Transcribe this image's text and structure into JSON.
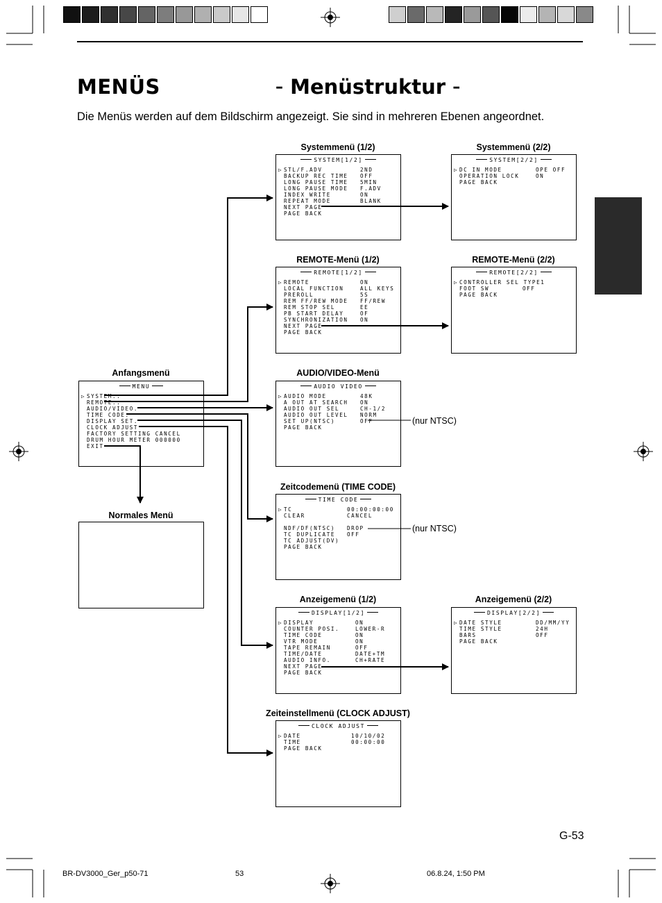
{
  "colors": {
    "swatches_left": [
      "#111111",
      "#1d1d1d",
      "#303030",
      "#474747",
      "#646464",
      "#7d7d7d",
      "#989898",
      "#b0b0b0",
      "#cacaca",
      "#e6e6e6",
      "#ffffff"
    ],
    "swatches_right": [
      "#cfcfcf",
      "#6a6a6a",
      "#b9b9b9",
      "#242424",
      "#9a9a9a",
      "#555555",
      "#050505",
      "#ececec",
      "#b4b4b4",
      "#d8d8d8",
      "#898989"
    ],
    "tab": "#2a2a2a"
  },
  "header": {
    "title": "MENÜS",
    "subtitle": "Menüstruktur",
    "subtitle_dash": "–",
    "intro": "Die Menüs werden auf dem Bildschirm angezeigt. Sie sind in mehreren Ebenen angeordnet."
  },
  "boxes": [
    {
      "id": "system1",
      "label": "Systemmenü (1/2)",
      "head": "SYSTEM[1/2]",
      "valcol": 116,
      "rows": [
        {
          "l": "STL/F.ADV",
          "v": "2ND",
          "c": true
        },
        {
          "l": "BACKUP REC TIME",
          "v": "OFF"
        },
        {
          "l": "LONG PAUSE TIME",
          "v": "5MIN"
        },
        {
          "l": "LONG PAUSE MODE",
          "v": "F.ADV"
        },
        {
          "l": "INDEX WRITE",
          "v": "ON"
        },
        {
          "l": "REPEAT MODE",
          "v": "BLANK"
        },
        {
          "l": "NEXT PAGE",
          "v": ""
        },
        {
          "l": "PAGE BACK",
          "v": ""
        }
      ]
    },
    {
      "id": "system2",
      "label": "Systemmenü (2/2)",
      "head": "SYSTEM[2/2]",
      "valcol": 116,
      "rows": [
        {
          "l": "DC IN MODE",
          "v": "OPE OFF",
          "c": true
        },
        {
          "l": "OPERATION LOCK",
          "v": "ON"
        },
        {
          "l": "PAGE BACK",
          "v": ""
        }
      ]
    },
    {
      "id": "remote1",
      "label": "REMOTE-Menü (1/2)",
      "head": "REMOTE[1/2]",
      "valcol": 116,
      "rows": [
        {
          "l": "REMOTE",
          "v": "ON",
          "c": true
        },
        {
          "l": "LOCAL FUNCTION",
          "v": "ALL KEYS"
        },
        {
          "l": "PREROLL",
          "v": "5S"
        },
        {
          "l": "REM FF/REW MODE",
          "v": "FF/REW"
        },
        {
          "l": "REM STOP SEL",
          "v": "EE"
        },
        {
          "l": "PB START DELAY",
          "v": "OF"
        },
        {
          "l": "SYNCHRONIZATION",
          "v": "ON"
        },
        {
          "l": "NEXT PAGE",
          "v": ""
        },
        {
          "l": "PAGE BACK",
          "v": ""
        }
      ]
    },
    {
      "id": "remote2",
      "label": "REMOTE-Menü (2/2)",
      "head": "REMOTE[2/2]",
      "valcol": 97,
      "rows": [
        {
          "l": "CONTROLLER SEL TYPE1",
          "v": "",
          "c": true
        },
        {
          "l": "FOOT SW",
          "v": "OFF"
        },
        {
          "l": "PAGE BACK",
          "v": ""
        }
      ]
    },
    {
      "id": "start",
      "label": "Anfangsmenü",
      "head": "MENU",
      "valcol": 116,
      "rows": [
        {
          "l": "SYSTEM..",
          "v": "",
          "c": true
        },
        {
          "l": "REMOTE..",
          "v": ""
        },
        {
          "l": "AUDIO/VIDEO.",
          "v": ""
        },
        {
          "l": "TIME CODE.",
          "v": ""
        },
        {
          "l": "DISPLAY SET.",
          "v": ""
        },
        {
          "l": "CLOCK ADJUST",
          "v": ""
        },
        {
          "l": "FACTORY SETTING CANCEL",
          "v": ""
        },
        {
          "l": "DRUM HOUR METER 000000",
          "v": ""
        },
        {
          "l": "EXIT",
          "v": ""
        }
      ]
    },
    {
      "id": "audio",
      "label": "AUDIO/VIDEO-Menü",
      "head": "AUDIO VIDEO",
      "valcol": 116,
      "rows": [
        {
          "l": "AUDIO MODE",
          "v": "48K",
          "c": true
        },
        {
          "l": "A OUT AT SEARCH",
          "v": "ON"
        },
        {
          "l": "AUDIO OUT SEL",
          "v": "CH-1/2"
        },
        {
          "l": "AUDIO OUT LEVEL",
          "v": "NORM"
        },
        {
          "l": "SET UP(NTSC)",
          "v": "OFF"
        },
        {
          "l": "PAGE BACK",
          "v": ""
        }
      ]
    },
    {
      "id": "normal",
      "label": "Normales Menü",
      "head": "",
      "valcol": 116,
      "rows": []
    },
    {
      "id": "timecode",
      "label": "Zeitcodemenü (TIME CODE)",
      "head": "TIME CODE",
      "valcol": 97,
      "rows": [
        {
          "l": "TC",
          "v": "00:00:00:00",
          "c": true
        },
        {
          "l": "CLEAR",
          "v": "CANCEL"
        },
        {
          "l": "",
          "v": ""
        },
        {
          "l": "NDF/DF(NTSC)",
          "v": "DROP"
        },
        {
          "l": "TC DUPLICATE",
          "v": "OFF"
        },
        {
          "l": "TC ADJUST(DV)",
          "v": ""
        },
        {
          "l": "PAGE BACK",
          "v": ""
        }
      ]
    },
    {
      "id": "display1",
      "label": "Anzeigemenü (1/2)",
      "head": "DISPLAY[1/2]",
      "valcol": 109,
      "rows": [
        {
          "l": "DISPLAY",
          "v": "ON",
          "c": true
        },
        {
          "l": "COUNTER POSI.",
          "v": "LOWER-R"
        },
        {
          "l": "TIME CODE",
          "v": "ON"
        },
        {
          "l": "VTR MODE",
          "v": "ON"
        },
        {
          "l": "TAPE REMAIN",
          "v": "OFF"
        },
        {
          "l": "TIME/DATE",
          "v": "DATE+TM"
        },
        {
          "l": "AUDIO INFO.",
          "v": "CH+RATE"
        },
        {
          "l": "NEXT PAGE",
          "v": ""
        },
        {
          "l": "PAGE BACK",
          "v": ""
        }
      ]
    },
    {
      "id": "display2",
      "label": "Anzeigemenü (2/2)",
      "head": "DISPLAY[2/2]",
      "valcol": 116,
      "rows": [
        {
          "l": "DATE STYLE",
          "v": "DD/MM/YY",
          "c": true
        },
        {
          "l": "TIME STYLE",
          "v": "24H"
        },
        {
          "l": "BARS",
          "v": "OFF"
        },
        {
          "l": "PAGE BACK",
          "v": ""
        }
      ]
    },
    {
      "id": "clock",
      "label": "Zeiteinstellmenü (CLOCK ADJUST)",
      "head": "CLOCK ADJUST",
      "valcol": 103,
      "rows": [
        {
          "l": "DATE",
          "v": "10/10/02",
          "c": true
        },
        {
          "l": "TIME",
          "v": "00:00:00"
        },
        {
          "l": "PAGE BACK",
          "v": ""
        }
      ]
    }
  ],
  "cursor_glyph": "▷",
  "notes": {
    "ntsc_audio": "(nur NTSC)",
    "ntsc_timecode": "(nur NTSC)"
  },
  "page_number": "G-53",
  "footer": {
    "file": "BR-DV3000_Ger_p50-71",
    "page": "53",
    "date": "06.8.24, 1:50 PM"
  }
}
